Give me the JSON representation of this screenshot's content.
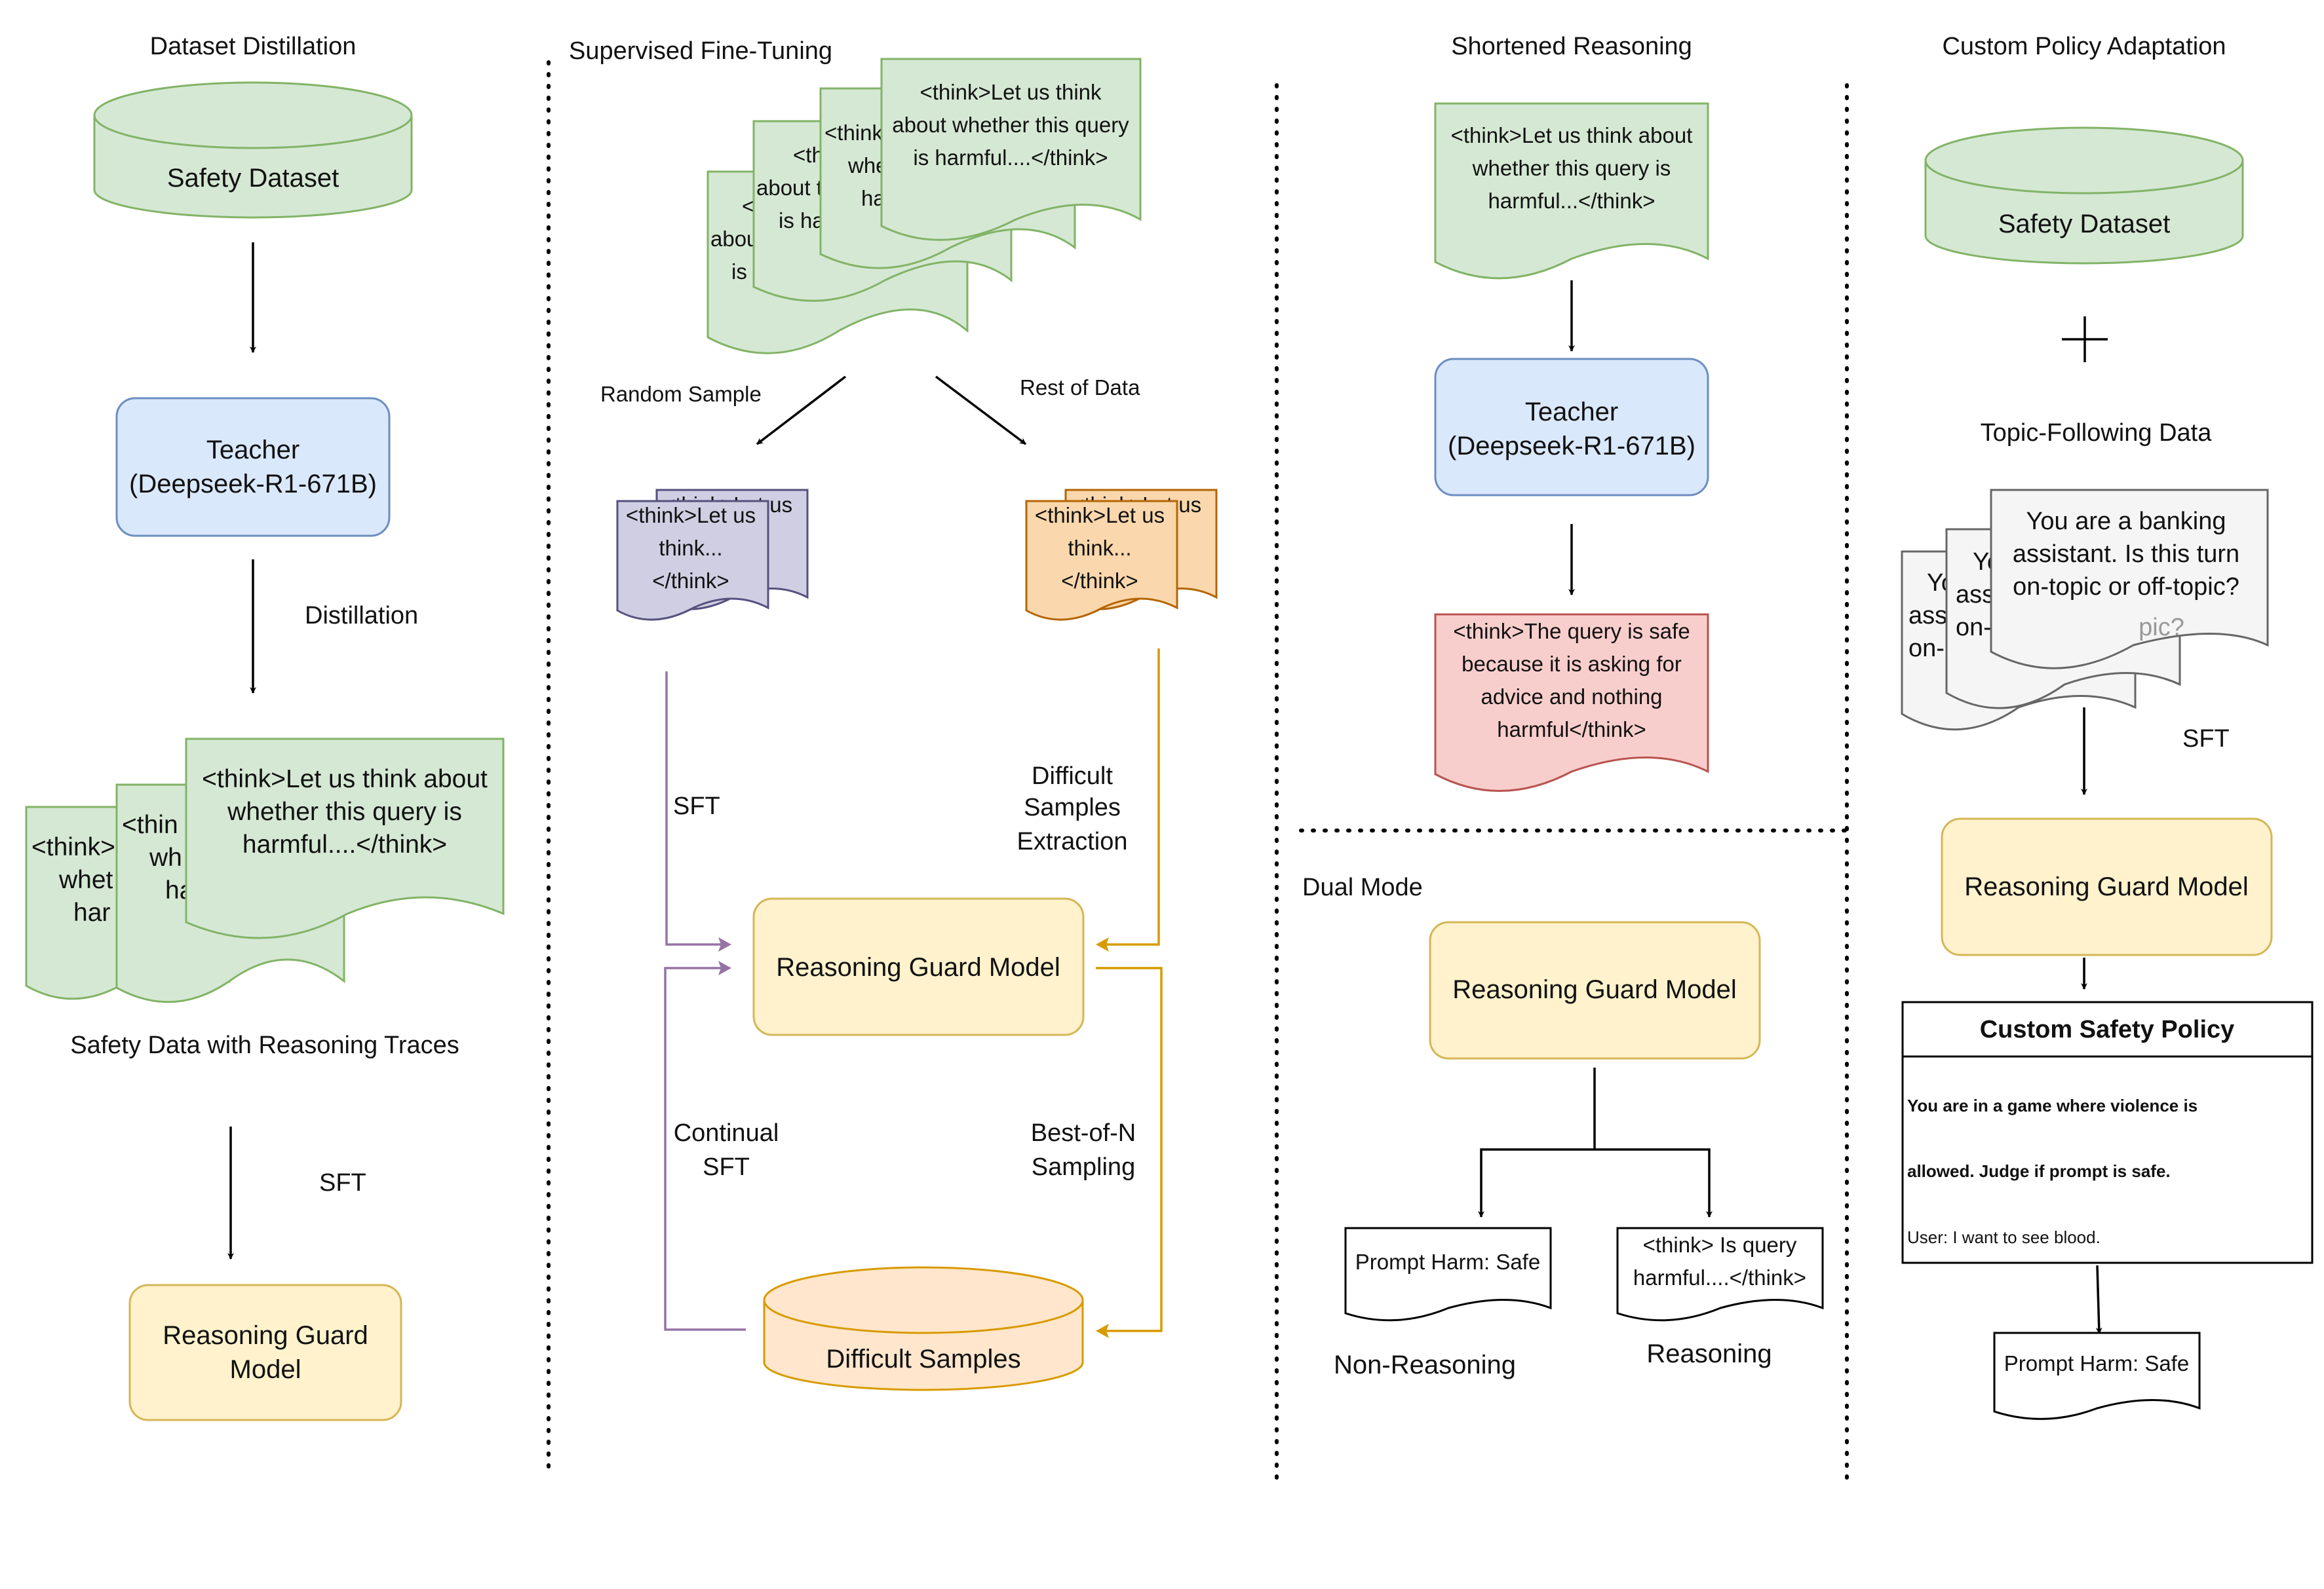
{
  "columns": {
    "distillation": {
      "title": "Dataset Distillation",
      "dataset": "Safety Dataset",
      "teacher_line1": "Teacher",
      "teacher_line2": "(Deepseek-R1-671B)",
      "distillation_label": "Distillation",
      "doc_back1": [
        "<think>",
        "whet",
        "har"
      ],
      "doc_back2": [
        "<thin",
        "wh",
        "ha"
      ],
      "doc_front": [
        "<think>Let us think about",
        "whether this query is",
        "harmful....</think>"
      ],
      "traces_label": "Safety Data with Reasoning Traces",
      "sft_label": "SFT",
      "guard_line1": "Reasoning Guard",
      "guard_line2": "Model"
    },
    "sft": {
      "title": "Supervised Fine-Tuning",
      "doc_back1": [
        "<",
        "abou",
        "is"
      ],
      "doc_back2": [
        "<thi",
        "about t",
        "is ha"
      ],
      "doc_back3": [
        "<think",
        "whe",
        "ha"
      ],
      "doc_front": [
        "<think>Let us think",
        "about whether this query",
        "is harmful....</think>"
      ],
      "random_sample": "Random Sample",
      "rest_of_data": "Rest of Data",
      "purple_back": "<think>Let us",
      "purple_front": [
        "<think>Let us",
        "think...",
        "</think>"
      ],
      "orange_back": "<think>Let us",
      "orange_front": [
        "<think>Let us",
        "think...",
        "</think>"
      ],
      "sft_label": "SFT",
      "difficult_extraction": [
        "Difficult",
        "Samples",
        "Extraction"
      ],
      "guard": "Reasoning Guard Model",
      "continual_sft": [
        "Continual",
        "SFT"
      ],
      "best_of_n": [
        "Best-of-N",
        "Sampling"
      ],
      "difficult_samples": "Difficult Samples"
    },
    "shortened": {
      "title": "Shortened Reasoning",
      "doc": [
        "<think>Let us think about",
        "whether this query is",
        "harmful...</think>"
      ],
      "teacher_line1": "Teacher",
      "teacher_line2": "(Deepseek-R1-671B)",
      "output": [
        "<think>The query is safe",
        "because it is asking for",
        "advice and nothing",
        "harmful</think>"
      ]
    },
    "dual": {
      "title": "Dual Mode",
      "guard": "Reasoning Guard Model",
      "left_doc": "Prompt Harm: Safe",
      "right_doc": [
        "<think> Is query",
        "harmful....</think>"
      ],
      "non_reasoning": "Non-Reasoning",
      "reasoning": "Reasoning"
    },
    "custom": {
      "title": "Custom Policy Adaptation",
      "dataset": "Safety Dataset",
      "plus": "+",
      "topic_label": "Topic-Following Data",
      "doc_back1": [
        "Yo",
        "ass",
        "on-"
      ],
      "doc_back2": [
        "Yo",
        "ass",
        "on-t"
      ],
      "doc_front": [
        "You are a banking",
        "assistant. Is this turn",
        "on-topic or off-topic?"
      ],
      "doc_front_ghost": "pic?",
      "sft_label": "SFT",
      "guard": "Reasoning Guard Model",
      "policy_title": "Custom Safety Policy",
      "policy_line1": "You are in a game where violence is",
      "policy_line2": "allowed. Judge if prompt is safe.",
      "policy_user": "User: I want to see blood.",
      "output": "Prompt Harm: Safe"
    }
  },
  "colors": {
    "green_fill": "#d5e8d4",
    "green_stroke": "#82b366",
    "blue_fill": "#dae8fc",
    "blue_stroke": "#6c8ebf",
    "yellow_fill": "#fff2cc",
    "yellow_stroke": "#d6b656",
    "purple_fill": "#d0cee2",
    "purple_stroke": "#56517e",
    "orange_fill": "#fad7ac",
    "orange_stroke": "#b46504",
    "peach_fill": "#ffe6cc",
    "peach_stroke": "#d79b00",
    "red_fill": "#f8cecc",
    "red_stroke": "#b85450",
    "grey_fill": "#f5f5f5",
    "grey_stroke": "#666666",
    "sft_arrow": "#9673a6",
    "extract_arrow": "#d79b00"
  }
}
